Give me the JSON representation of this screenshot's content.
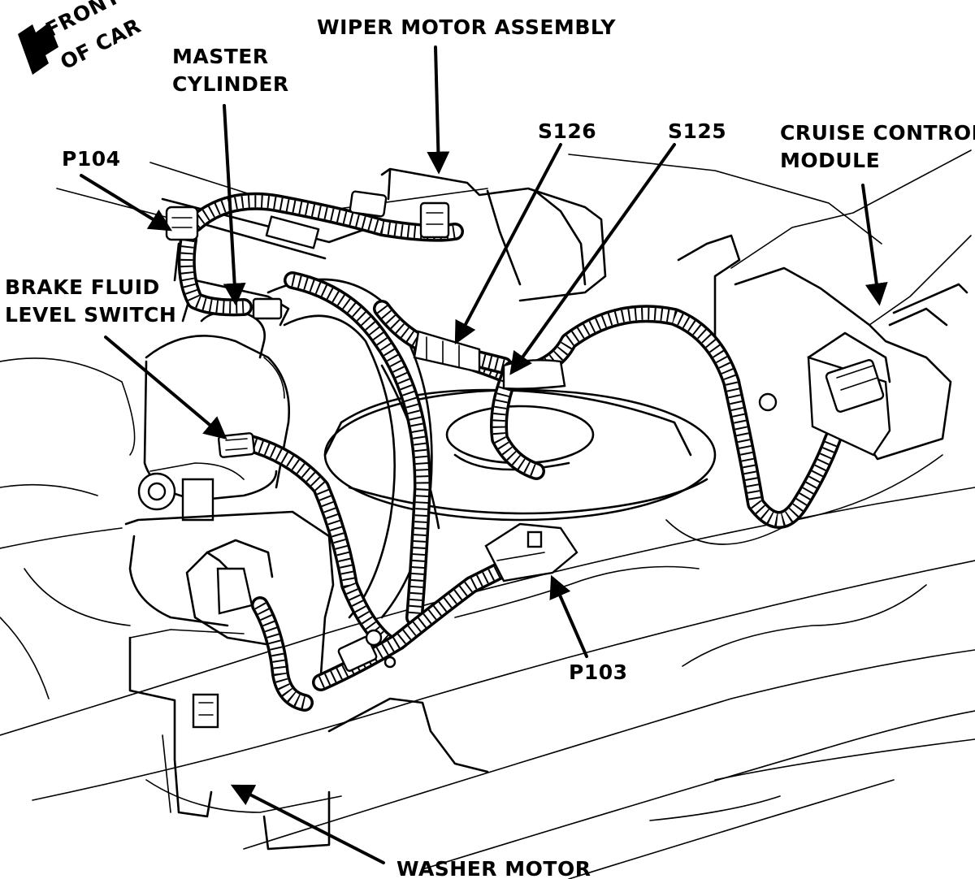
{
  "orientation": {
    "line1": "FRONT",
    "line2": "OF CAR",
    "icon": "direction-arrow-icon"
  },
  "callouts": {
    "wiper_motor": "WIPER MOTOR ASSEMBLY",
    "master_cylinder_1": "MASTER",
    "master_cylinder_2": "CYLINDER",
    "p104": "P104",
    "s126": "S126",
    "s125": "S125",
    "cruise_1": "CRUISE CONTROL",
    "cruise_2": "MODULE",
    "brake_switch_1": "BRAKE FLUID",
    "brake_switch_2": "LEVEL SWITCH",
    "p103": "P103",
    "washer_motor": "WASHER MOTOR"
  },
  "colors": {
    "ink": "#000000",
    "paper": "#ffffff"
  }
}
